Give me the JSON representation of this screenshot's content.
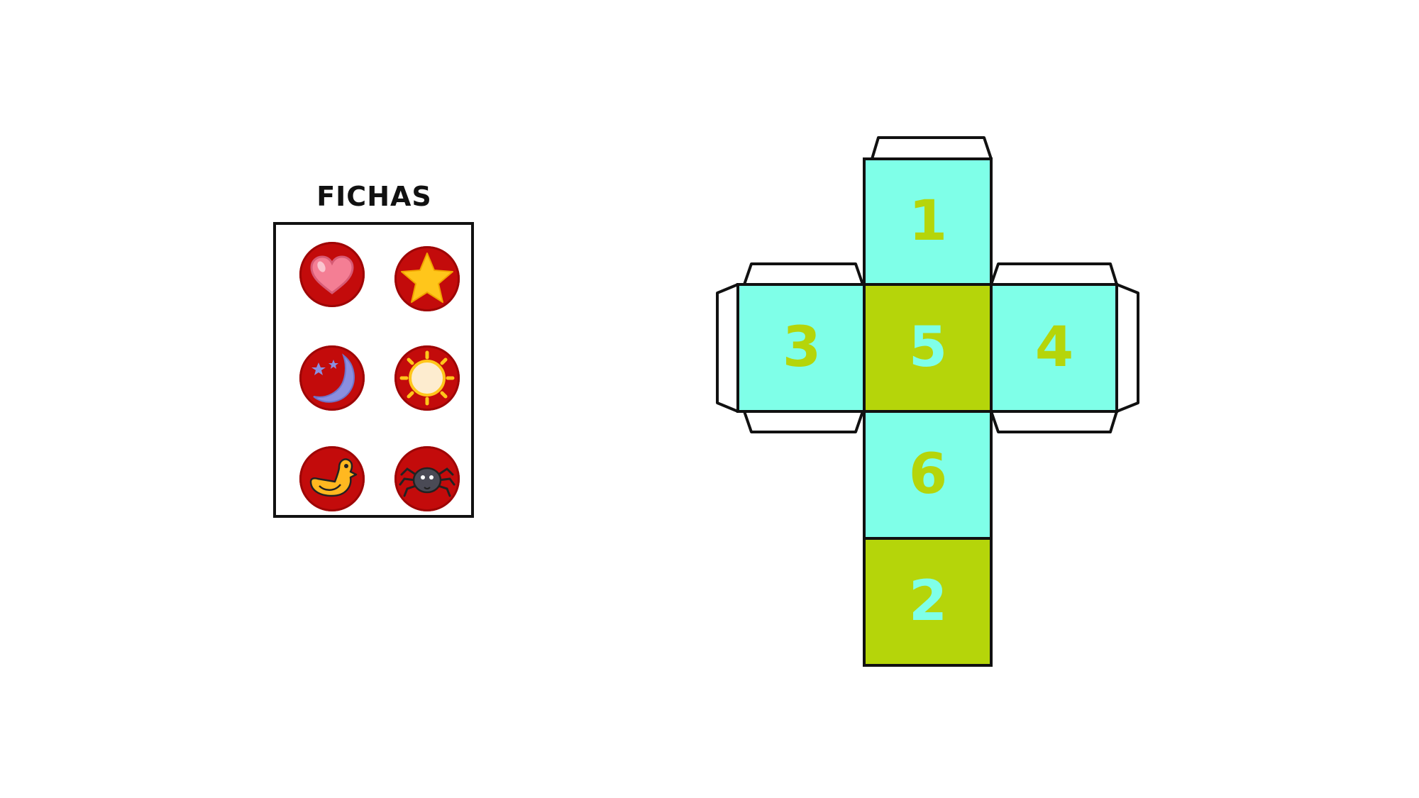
{
  "tokens_panel": {
    "title": "FICHAS",
    "tokens": [
      {
        "icon": "heart-icon"
      },
      {
        "icon": "star-icon"
      },
      {
        "icon": "moon-icon"
      },
      {
        "icon": "sun-icon"
      },
      {
        "icon": "duck-icon"
      },
      {
        "icon": "spider-icon"
      }
    ]
  },
  "die_net": {
    "faces": {
      "top": "1",
      "left": "3",
      "center": "5",
      "right": "4",
      "lower": "6",
      "bottom": "2"
    },
    "colors": {
      "cyan": "#7fffe8",
      "lime": "#b5d50a",
      "outline": "#111111",
      "token_red": "#c30b0b"
    }
  }
}
